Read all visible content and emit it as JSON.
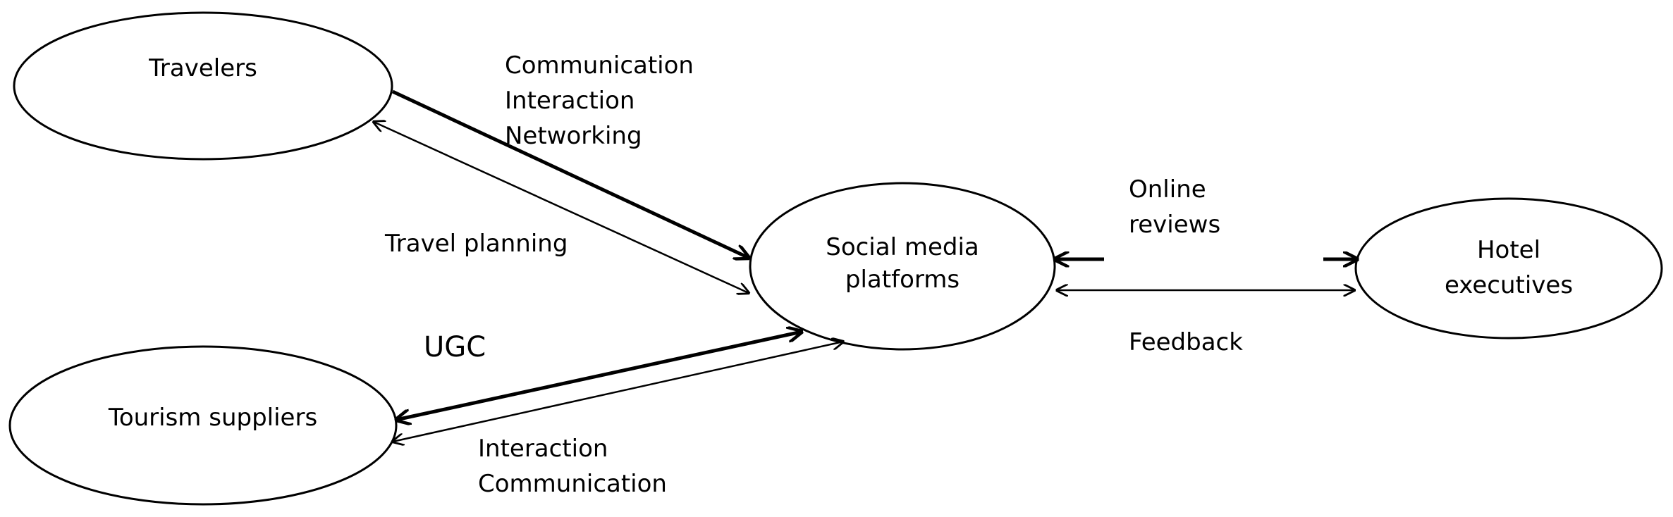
{
  "nodes": {
    "travelers": {
      "label": "Travelers"
    },
    "tourism_suppliers": {
      "label": "Tourism suppliers"
    },
    "social_media": {
      "line1": "Social media",
      "line2": "platforms"
    },
    "hotel_executives": {
      "line1": "Hotel",
      "line2": "executives"
    }
  },
  "edge_labels": {
    "travelers_to_platform": [
      "Communication",
      "Interaction",
      "Networking"
    ],
    "platform_to_travelers": "Travel planning",
    "platform_to_suppliers": "UGC",
    "suppliers_to_platform": [
      "Interaction",
      "Communication"
    ],
    "platform_hotel_top": [
      "Online",
      "reviews"
    ],
    "platform_hotel_bottom": "Feedback"
  }
}
